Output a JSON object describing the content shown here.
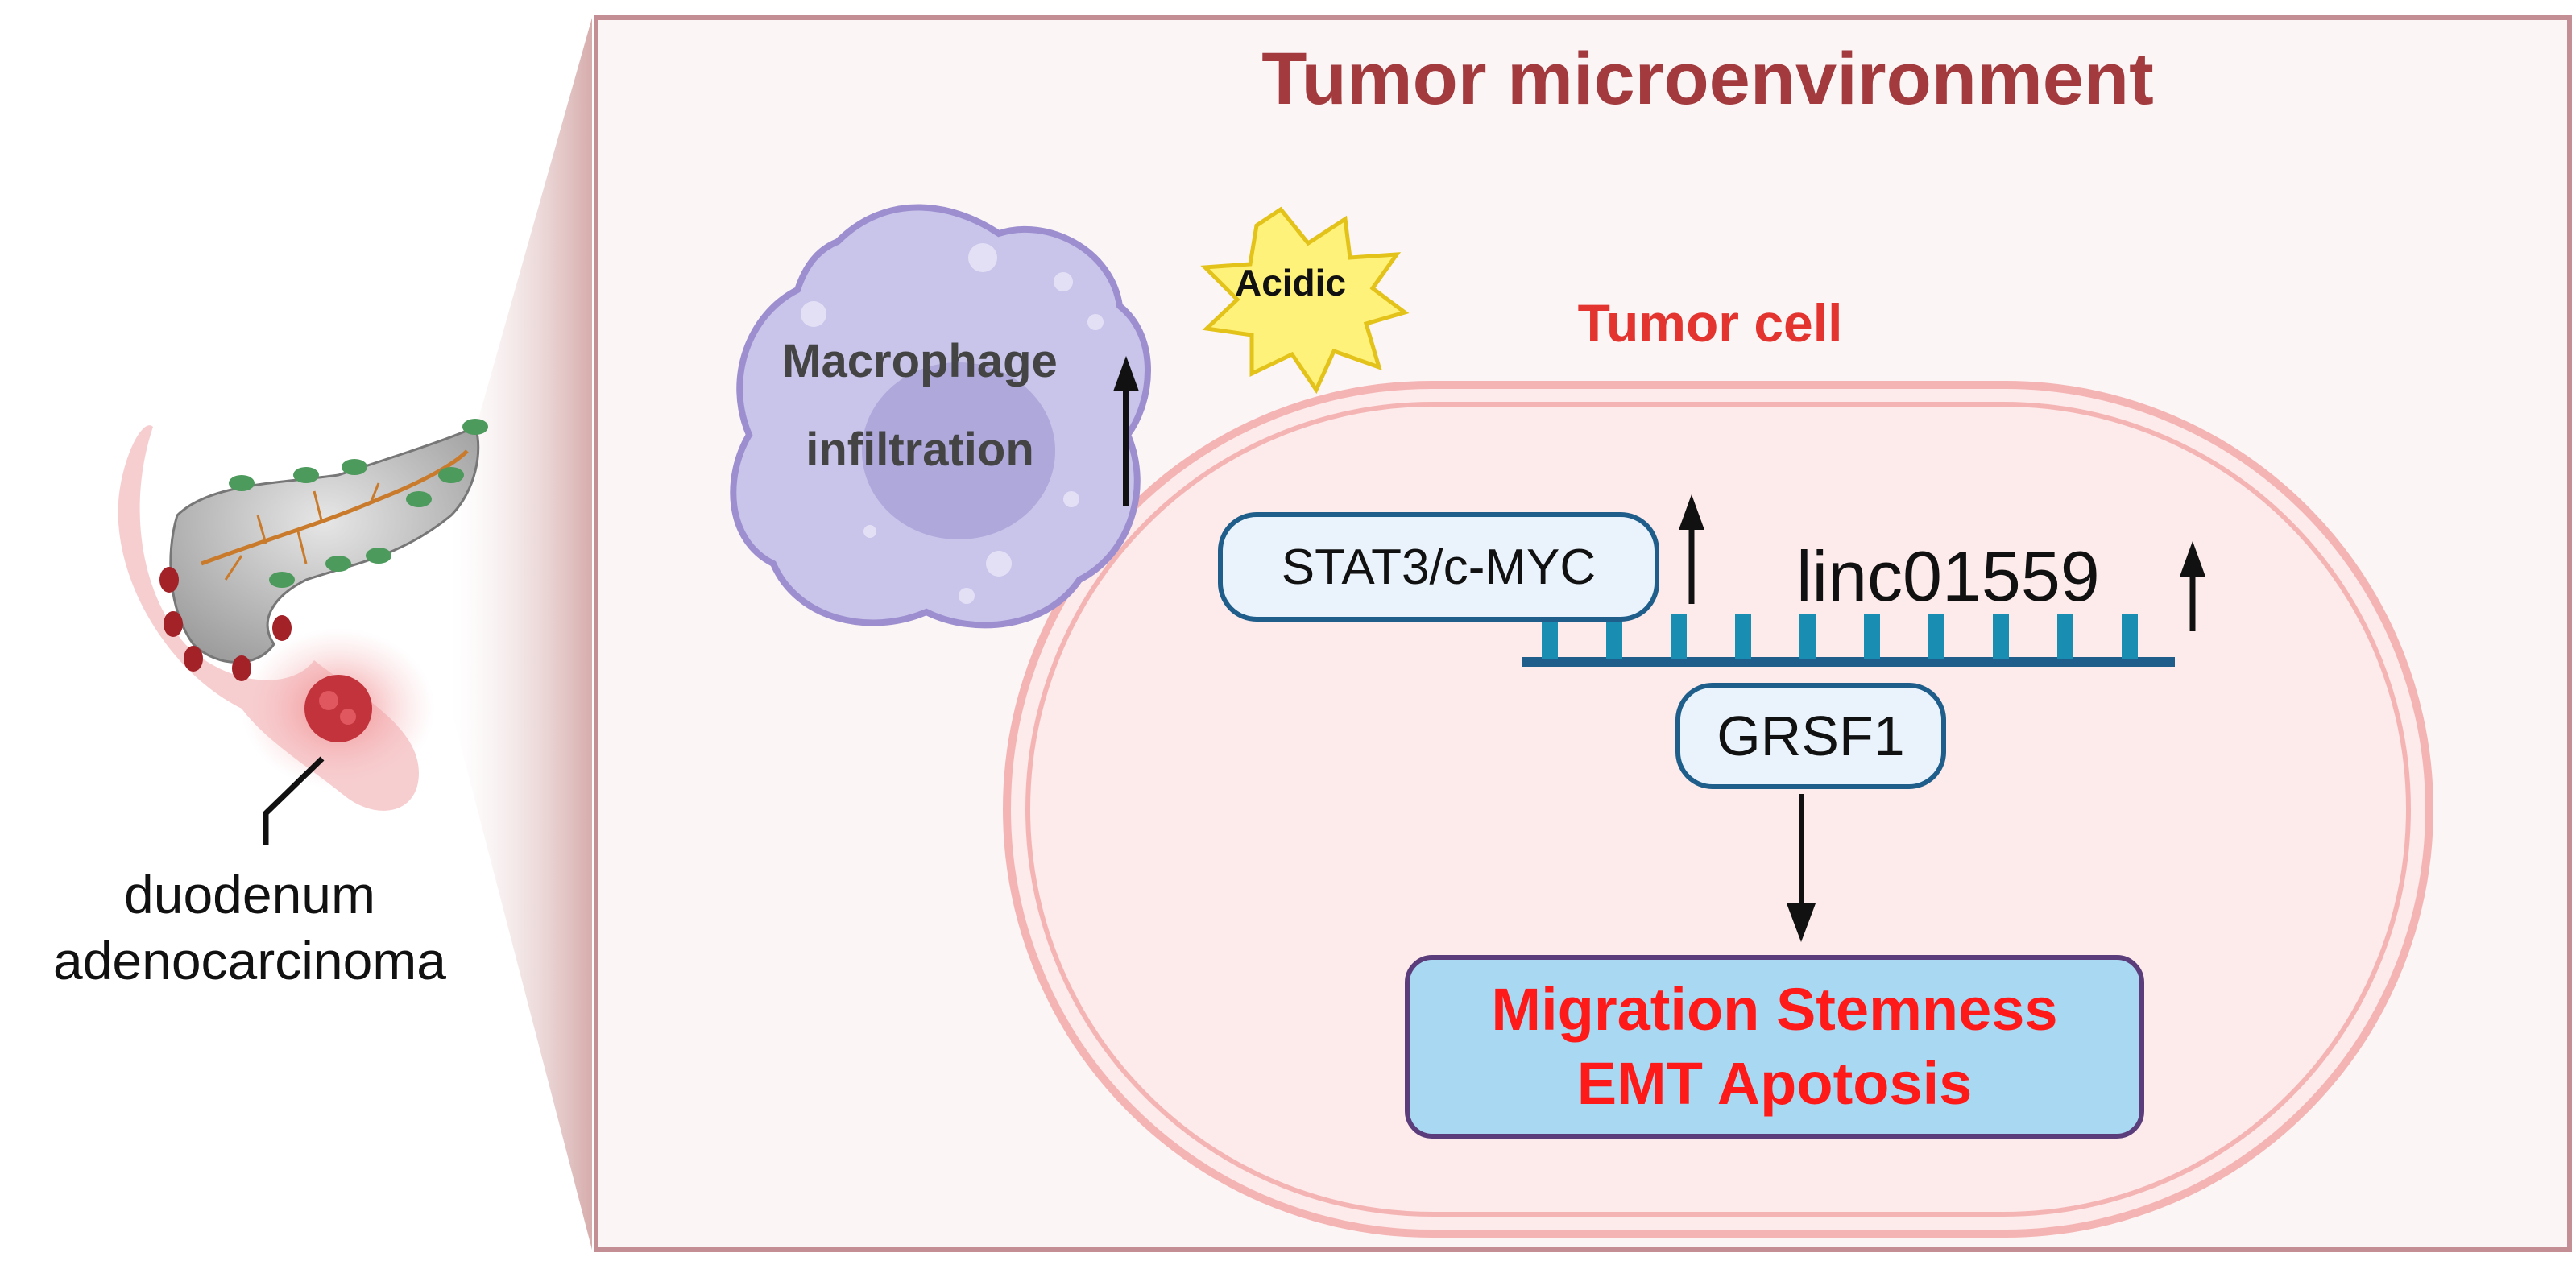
{
  "diagram": {
    "title": "Tumor microenvironment",
    "tumor_cell_label": "Tumor cell",
    "acidic_label": "Acidic",
    "macrophage": {
      "line1": "Macrophage",
      "line2": "infiltration",
      "trend": "up"
    },
    "tissue": {
      "line1": "duodenum",
      "line2": "adenocarcinoma"
    },
    "nodes": {
      "stat3": {
        "label": "STAT3/c-MYC",
        "trend": "up"
      },
      "linc": {
        "label": "linc01559",
        "trend": "up"
      },
      "grsf1": {
        "label": "GRSF1"
      }
    },
    "outcome": {
      "line1": "Migration Stemness",
      "line2": "EMT Apotosis"
    },
    "colors": {
      "title": "#a23a3e",
      "tumor_cell": "#e3342f",
      "outcome_text": "#ff1a1a",
      "outcome_fill": "#a9d8f2",
      "rna_strand": "#1f5d8a",
      "rna_bases": "#1a8db3",
      "macrophage_fill": "#c8c4ea",
      "acidic_fill": "#fff27a",
      "cell_fill": "#fdeaea",
      "panel_fill": "#fbf5f5"
    },
    "icons": [
      "pancreas-icon",
      "tumor-icon",
      "macrophage-icon",
      "acidic-burst-icon",
      "rna-strand-icon",
      "up-arrow-icon",
      "down-arrow-icon"
    ]
  }
}
